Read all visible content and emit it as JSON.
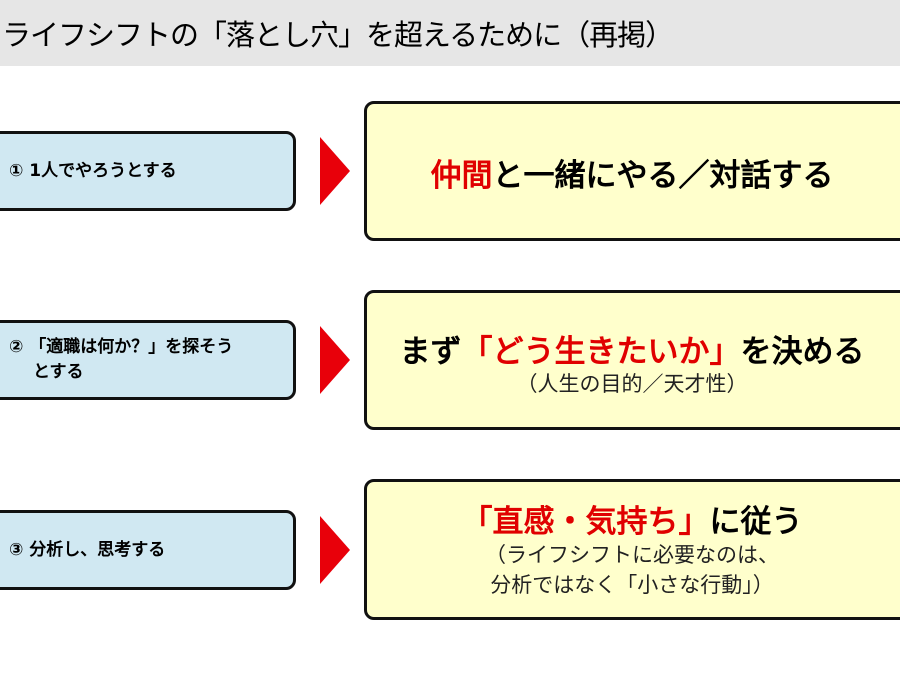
{
  "header": {
    "title": "ライフシフトの「落とし穴」を超えるために（再掲）"
  },
  "rows": [
    {
      "pitfall": "① 1人でやろうとする",
      "solution": {
        "red": "仲間",
        "rest": "と一緒にやる／対話する"
      }
    },
    {
      "pitfall_line1": "② 「適職は何か？」を探そう",
      "pitfall_line2": "とする",
      "solution": {
        "pre": "まず",
        "red": "「どう生きたいか」",
        "rest": "を決める",
        "sub": "（人生の目的／天才性）"
      }
    },
    {
      "pitfall": "③ 分析し、思考する",
      "solution": {
        "red": "「直感・気持ち」",
        "rest": "に従う",
        "sub1": "（ライフシフトに必要なのは、",
        "sub2": "分析ではなく「小さな行動」）"
      }
    }
  ],
  "colors": {
    "accent": "#e00000",
    "left_box": "#d0e8f2",
    "right_box": "#ffffcc",
    "header": "#e6e6e6"
  }
}
